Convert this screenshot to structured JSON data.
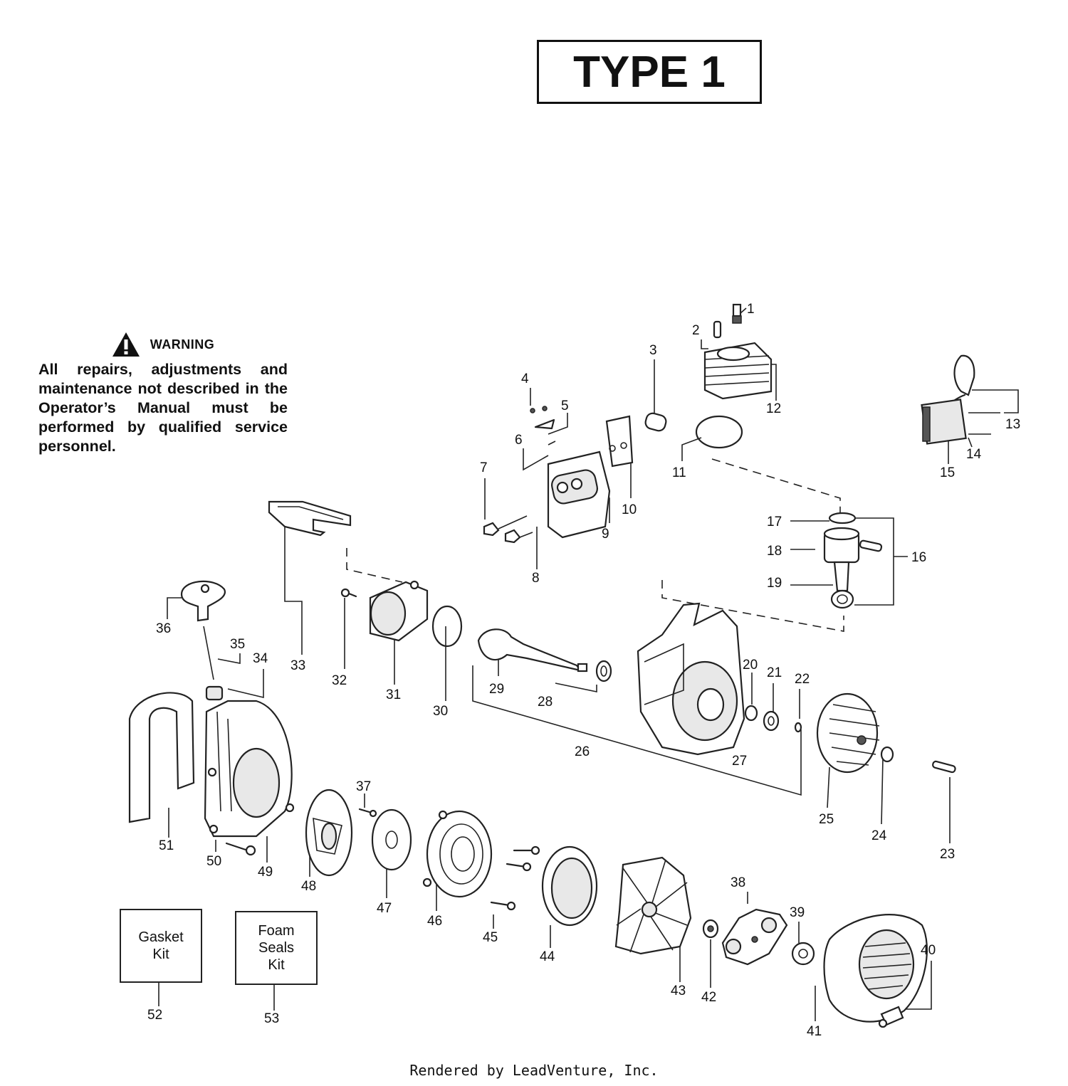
{
  "header": {
    "title": "TYPE 1"
  },
  "warning": {
    "icon": "warning-triangle-icon",
    "title": "WARNING",
    "text": "All repairs, adjustments and maintenance not described in the Operator’s Manual must be performed by qualified service personnel."
  },
  "kits": [
    {
      "label": "Gasket\nKit",
      "callout": "52"
    },
    {
      "label": "Foam\nSeals\nKit",
      "callout": "53"
    }
  ],
  "callouts": [
    "1",
    "2",
    "3",
    "4",
    "5",
    "6",
    "7",
    "8",
    "9",
    "10",
    "11",
    "12",
    "13",
    "14",
    "15",
    "16",
    "17",
    "18",
    "19",
    "20",
    "21",
    "22",
    "23",
    "24",
    "25",
    "26",
    "27",
    "28",
    "29",
    "30",
    "31",
    "32",
    "33",
    "34",
    "35",
    "36",
    "37",
    "38",
    "39",
    "40",
    "41",
    "42",
    "43",
    "44",
    "45",
    "46",
    "47",
    "48",
    "49",
    "50",
    "51"
  ],
  "footer": {
    "text": "Rendered by LeadVenture, Inc."
  }
}
